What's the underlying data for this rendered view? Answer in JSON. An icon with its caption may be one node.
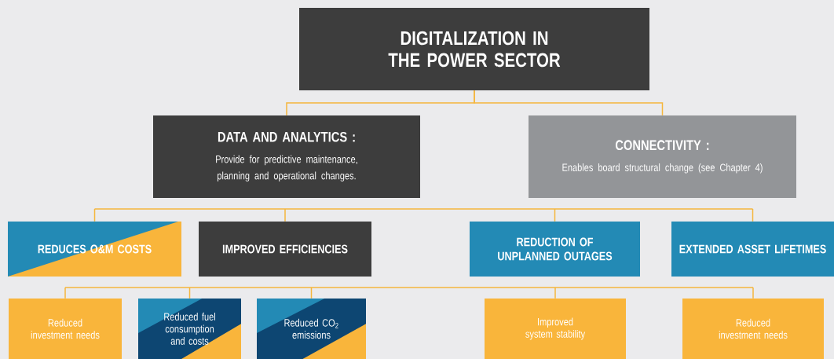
{
  "diagram": {
    "nodes": [
      {
        "text": [
          "DIGITALIZATION IN THE POWER SECTOR"
        ]
      },
      {
        "text": [
          "DATA AND ANALYTICS :",
          "Provide for predictive maintenance, planning and operational changes."
        ]
      },
      {
        "text": [
          "CONNECTIVITY :",
          "Enables board structural change (see Chapter 4)"
        ]
      },
      {
        "text": [
          "REDUCES O&M COSTS"
        ]
      },
      {
        "text": [
          "IMPROVED EFFICIENCIES"
        ]
      },
      {
        "text": [
          "REDUCTION OF UNPLANNED OUTAGES"
        ]
      },
      {
        "text": [
          "EXTENDED ASSET LIFETIMES"
        ]
      },
      {
        "text": [
          "Reduced investment needs"
        ]
      },
      {
        "text": [
          "Reduced fuel consumption and costs"
        ]
      },
      {
        "text": [
          "Reduced CO$_{2}$ emissions"
        ]
      },
      {
        "text": [
          "Improved system stability"
        ]
      },
      {
        "text": [
          "Reduced investment needs"
        ]
      }
    ],
    "edges": [
      {
        "from": 0,
        "to": 1,
        "arrow": "none"
      },
      {
        "from": 0,
        "to": 2,
        "arrow": "none"
      },
      {
        "from": null,
        "to": 3,
        "arrow": "none"
      },
      {
        "from": null,
        "to": 4,
        "arrow": "none"
      },
      {
        "from": null,
        "to": 5,
        "arrow": "none"
      },
      {
        "from": null,
        "to": 6,
        "arrow": "none"
      },
      {
        "from": null,
        "to": 7,
        "arrow": "none"
      },
      {
        "from": null,
        "to": 8,
        "arrow": "none"
      },
      {
        "from": null,
        "to": 9,
        "arrow": "none"
      },
      {
        "from": null,
        "to": 10,
        "arrow": "none"
      },
      {
        "from": null,
        "to": 11,
        "arrow": "none"
      }
    ]
  }
}
